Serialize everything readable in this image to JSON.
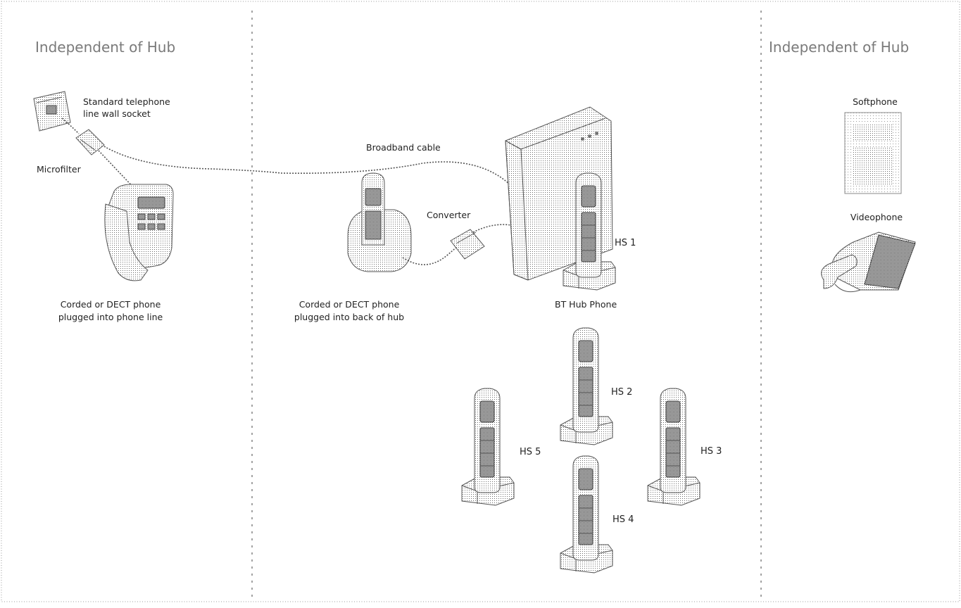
{
  "sections": {
    "left_title": "Independent of Hub",
    "right_title": "Independent of Hub"
  },
  "labels": {
    "wall_socket_line1": "Standard telephone",
    "wall_socket_line2": "line wall socket",
    "microfilter": "Microfilter",
    "broadband_cable": "Broadband cable",
    "converter": "Converter",
    "hs1": "HS 1",
    "hub_phone": "BT Hub Phone",
    "left_phone_line1": "Corded or DECT phone",
    "left_phone_line2": "plugged into phone line",
    "middle_phone_line1": "Corded or DECT phone",
    "middle_phone_line2": "plugged into back of hub",
    "softphone": "Softphone",
    "videophone": "Videophone",
    "hs2": "HS 2",
    "hs3": "HS 3",
    "hs4": "HS 4",
    "hs5": "HS 5"
  },
  "icons": [
    "wall-socket-icon",
    "microfilter-icon",
    "corded-phone-icon",
    "dect-phone-icon",
    "converter-icon",
    "bt-hub-icon",
    "handset-icon",
    "softphone-icon",
    "videophone-icon"
  ]
}
